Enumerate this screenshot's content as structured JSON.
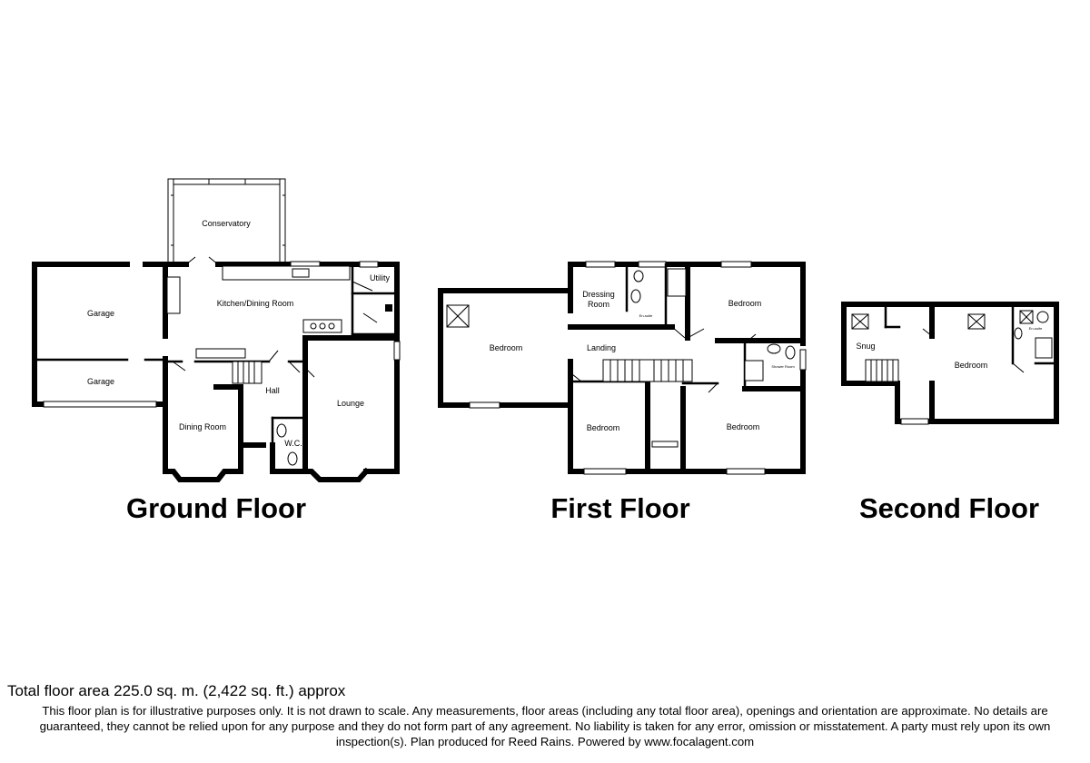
{
  "floors": {
    "ground": {
      "title": "Ground Floor",
      "rooms": {
        "conservatory": "Conservatory",
        "garage_main": "Garage",
        "garage_small": "Garage",
        "kitchen": "Kitchen/Dining Room",
        "utility": "Utility",
        "hall": "Hall",
        "dining": "Dining Room",
        "lounge": "Lounge",
        "wc": "W.C."
      }
    },
    "first": {
      "title": "First Floor",
      "rooms": {
        "bedroom_left": "Bedroom",
        "dressing": "Dressing Room",
        "ensuite": "En-suite",
        "bedroom_top_right": "Bedroom",
        "landing": "Landing",
        "shower": "Shower Room",
        "bedroom_bottom_middle": "Bedroom",
        "bedroom_bottom_right": "Bedroom"
      }
    },
    "second": {
      "title": "Second Floor",
      "rooms": {
        "snug": "Snug",
        "bedroom": "Bedroom",
        "ensuite": "En-suite"
      }
    }
  },
  "footer": {
    "total_area": "Total floor area 225.0 sq. m. (2,422 sq. ft.) approx",
    "disclaimer": "This floor plan is for illustrative purposes only. It is not drawn to scale. Any measurements, floor areas (including any total floor area), openings and orientation are approximate. No details are guaranteed, they cannot be relied upon for any purpose and they do not form part of any agreement. No liability is taken for any error, omission or misstatement. A party must rely upon its own inspection(s). Plan produced for Reed Rains. Powered by www.focalagent.com"
  }
}
